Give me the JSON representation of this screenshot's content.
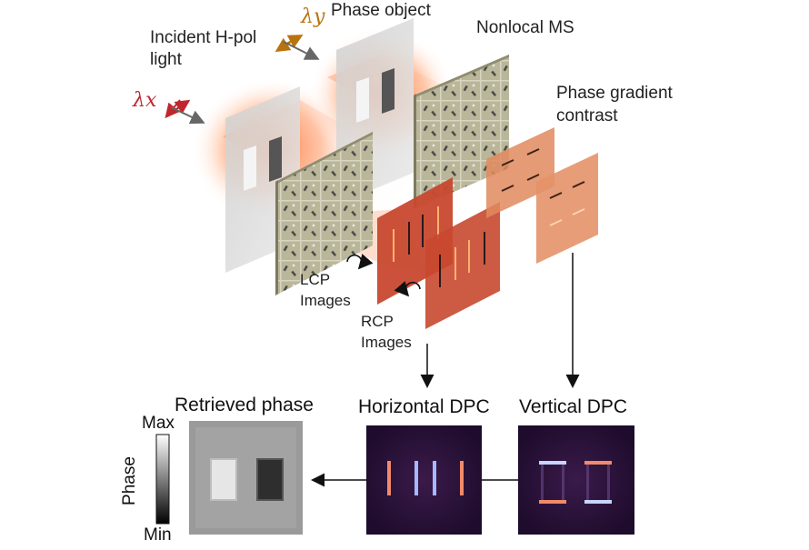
{
  "labels": {
    "incident_line1": "Incident H-pol",
    "incident_line2": "light",
    "phase_object": "Phase object",
    "nonlocal_ms": "Nonlocal MS",
    "phase_gradient_line1": "Phase gradient",
    "phase_gradient_line2": "contrast",
    "lcp_line1": "LCP",
    "lcp_line2": "Images",
    "rcp_line1": "RCP",
    "rcp_line2": "Images",
    "retrieved_phase": "Retrieved phase",
    "horizontal_dpc": "Horizontal DPC",
    "vertical_dpc": "Vertical DPC"
  },
  "wavelengths": {
    "lambda_x": "λx",
    "lambda_y": "λy"
  },
  "colorbar": {
    "axis_label": "Phase",
    "max_label": "Max",
    "min_label": "Min"
  },
  "colors": {
    "lambda_x": "#c0272d",
    "lambda_y": "#b8730f",
    "beam": "#ff6a2a",
    "lcp_rcp_panel": "#c8482f",
    "gradient_panel": "#e08a5e",
    "metasurface": "#b8b59a",
    "dpc_background": "#2a1238"
  }
}
